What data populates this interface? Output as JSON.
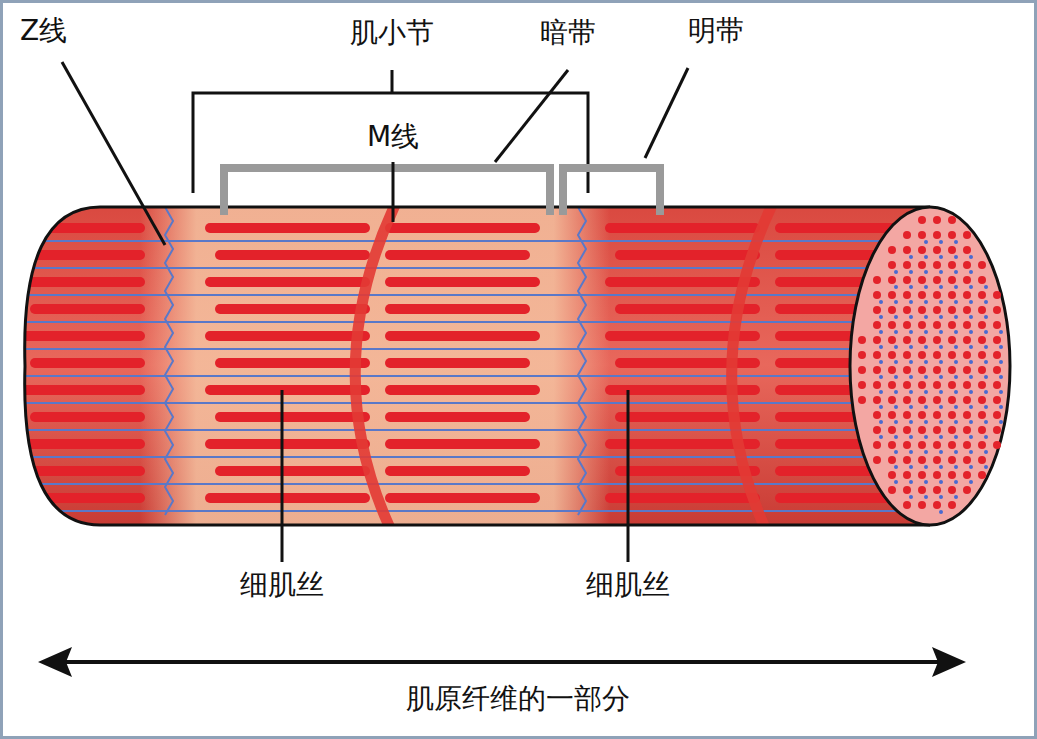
{
  "diagram": {
    "labels": [
      "Z线",
      "肌小节",
      "暗带",
      "明带",
      "M线",
      "细肌丝",
      "细肌丝",
      "肌原纤维的一部分"
    ]
  }
}
